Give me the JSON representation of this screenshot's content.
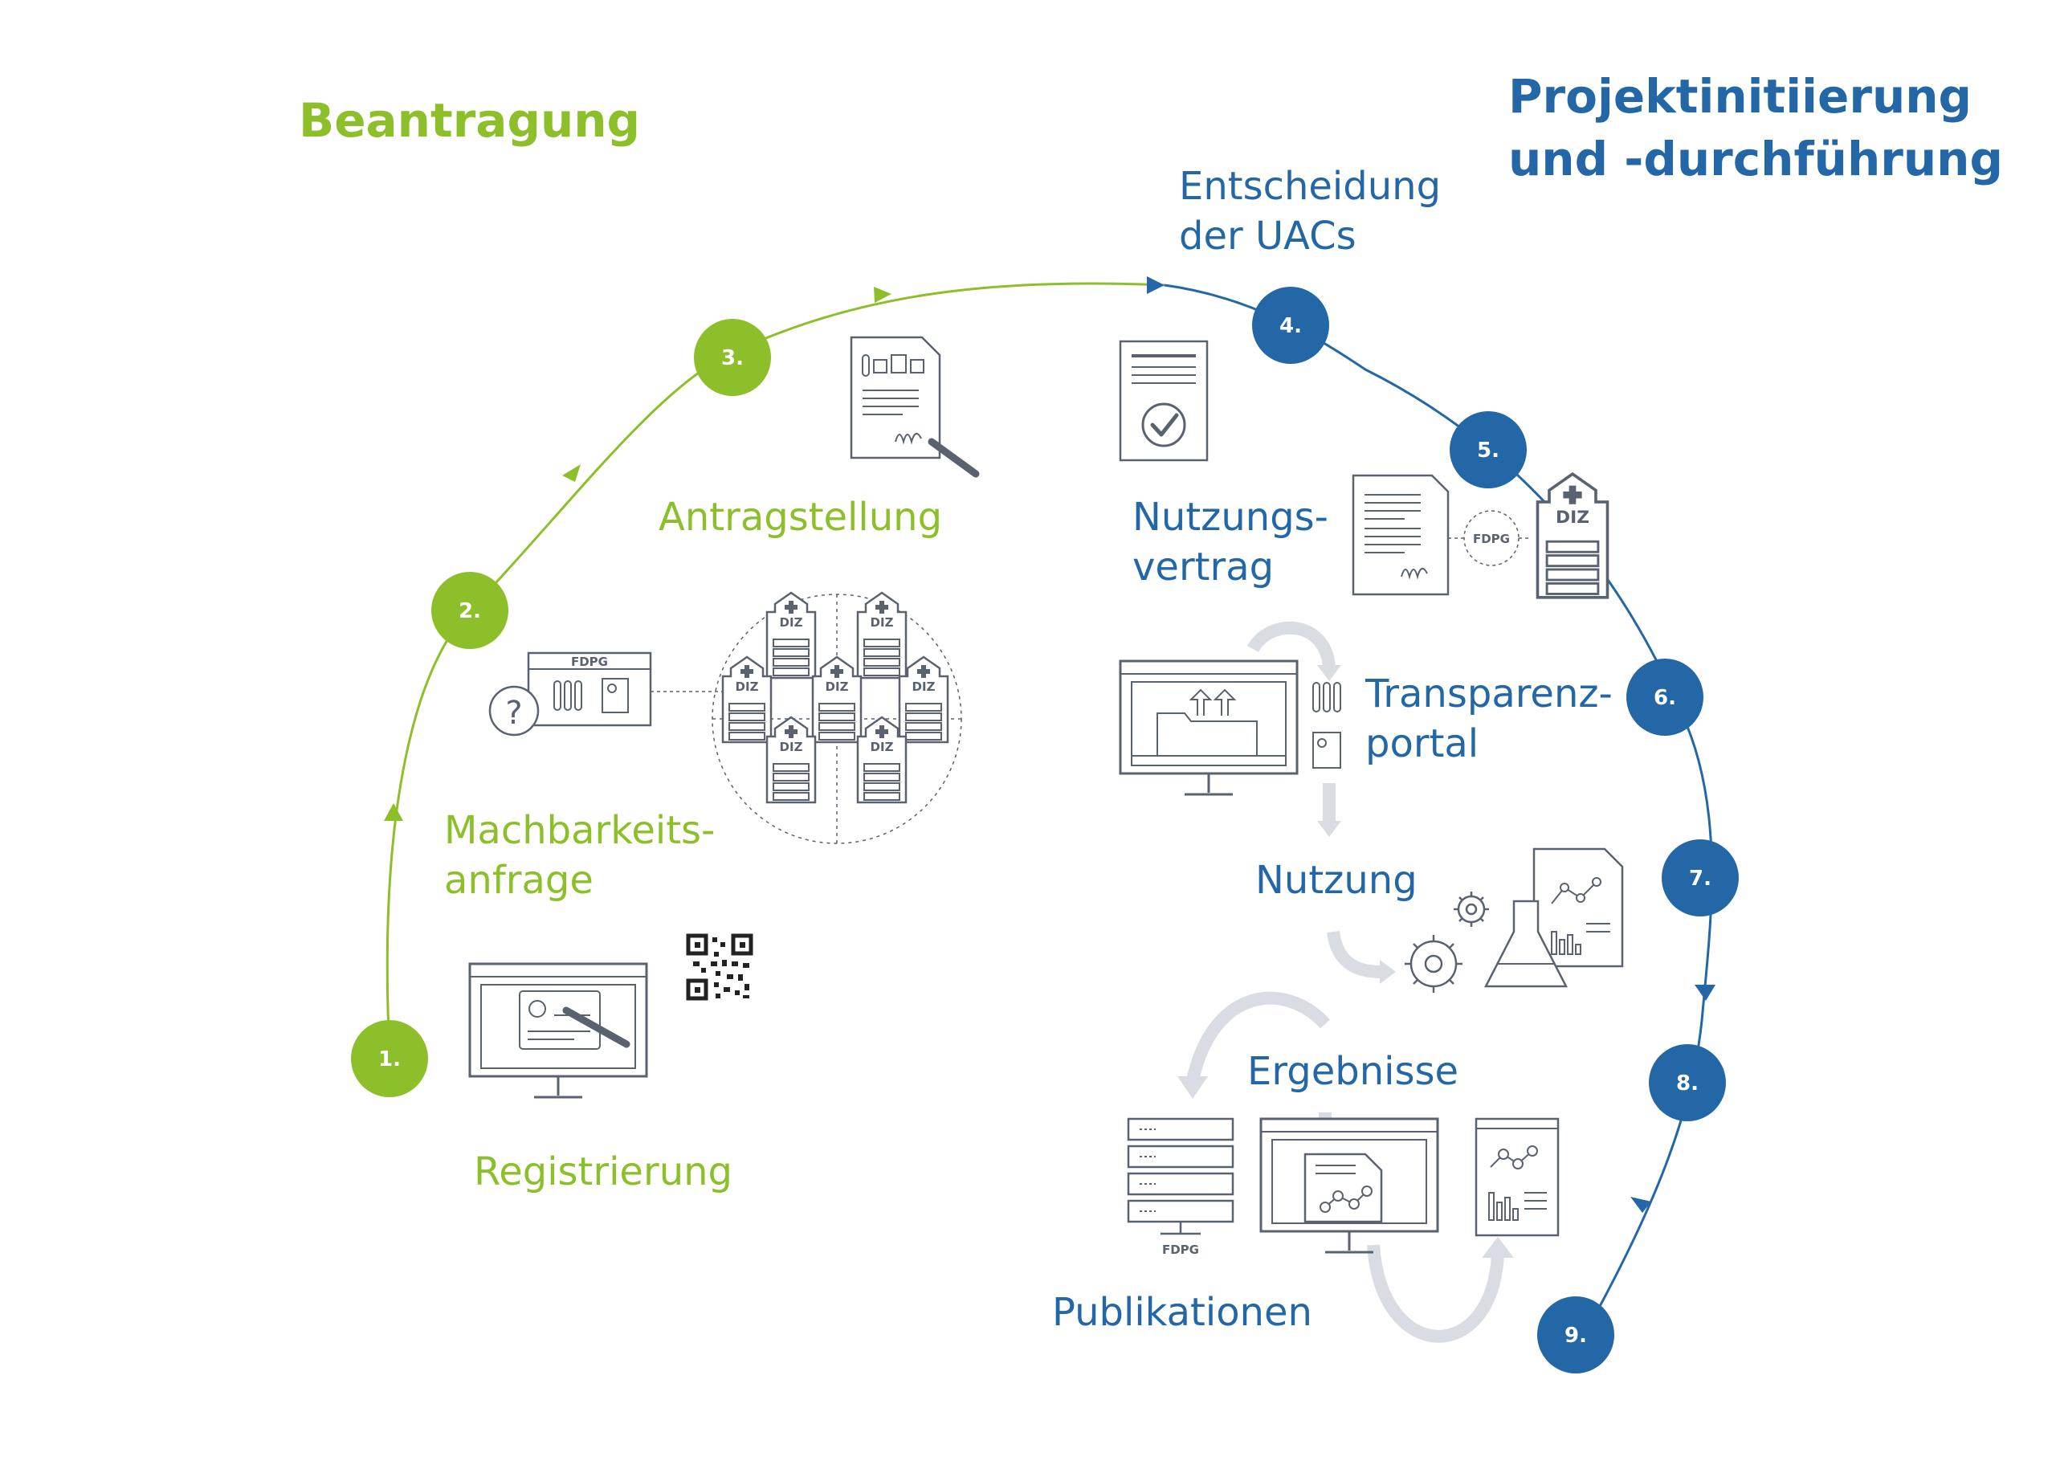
{
  "headings": {
    "left": "Beantragung",
    "right_line1": "Projektinitiierung",
    "right_line2": "und -durchführung"
  },
  "colors": {
    "green": "#8dbf2a",
    "blue": "#2367a6",
    "gray": "#5a6270",
    "lightgray": "#d9dde3"
  },
  "steps": [
    {
      "num": "1.",
      "label_lines": [
        "Registrierung"
      ],
      "color": "green"
    },
    {
      "num": "2.",
      "label_lines": [
        "Machbarkeits-",
        "anfrage"
      ],
      "color": "green"
    },
    {
      "num": "3.",
      "label_lines": [
        "Antragstellung"
      ],
      "color": "green"
    },
    {
      "num": "4.",
      "label_lines": [
        "Entscheidung",
        "der UACs"
      ],
      "color": "blue"
    },
    {
      "num": "5.",
      "label_lines": [
        "Nutzungs-",
        "vertrag"
      ],
      "color": "blue"
    },
    {
      "num": "6.",
      "label_lines": [
        "Transparenz-",
        "portal"
      ],
      "color": "blue"
    },
    {
      "num": "7.",
      "label_lines": [
        "Nutzung"
      ],
      "color": "blue"
    },
    {
      "num": "8.",
      "label_lines": [
        "Ergebnisse"
      ],
      "color": "blue"
    },
    {
      "num": "9.",
      "label_lines": [
        "Publikationen"
      ],
      "color": "blue"
    }
  ],
  "icon_texts": {
    "fdpg": "FDPG",
    "diz": "DIZ"
  },
  "icons": [
    "registration-monitor-icon",
    "qr-code-icon",
    "feasibility-query-icon",
    "diz-cluster-icon",
    "application-document-icon",
    "approval-document-icon",
    "contract-document-icon",
    "diz-building-icon",
    "transparency-monitor-icon",
    "flask-gears-icon",
    "results-monitor-icon",
    "fdpg-server-icon",
    "report-icon"
  ]
}
